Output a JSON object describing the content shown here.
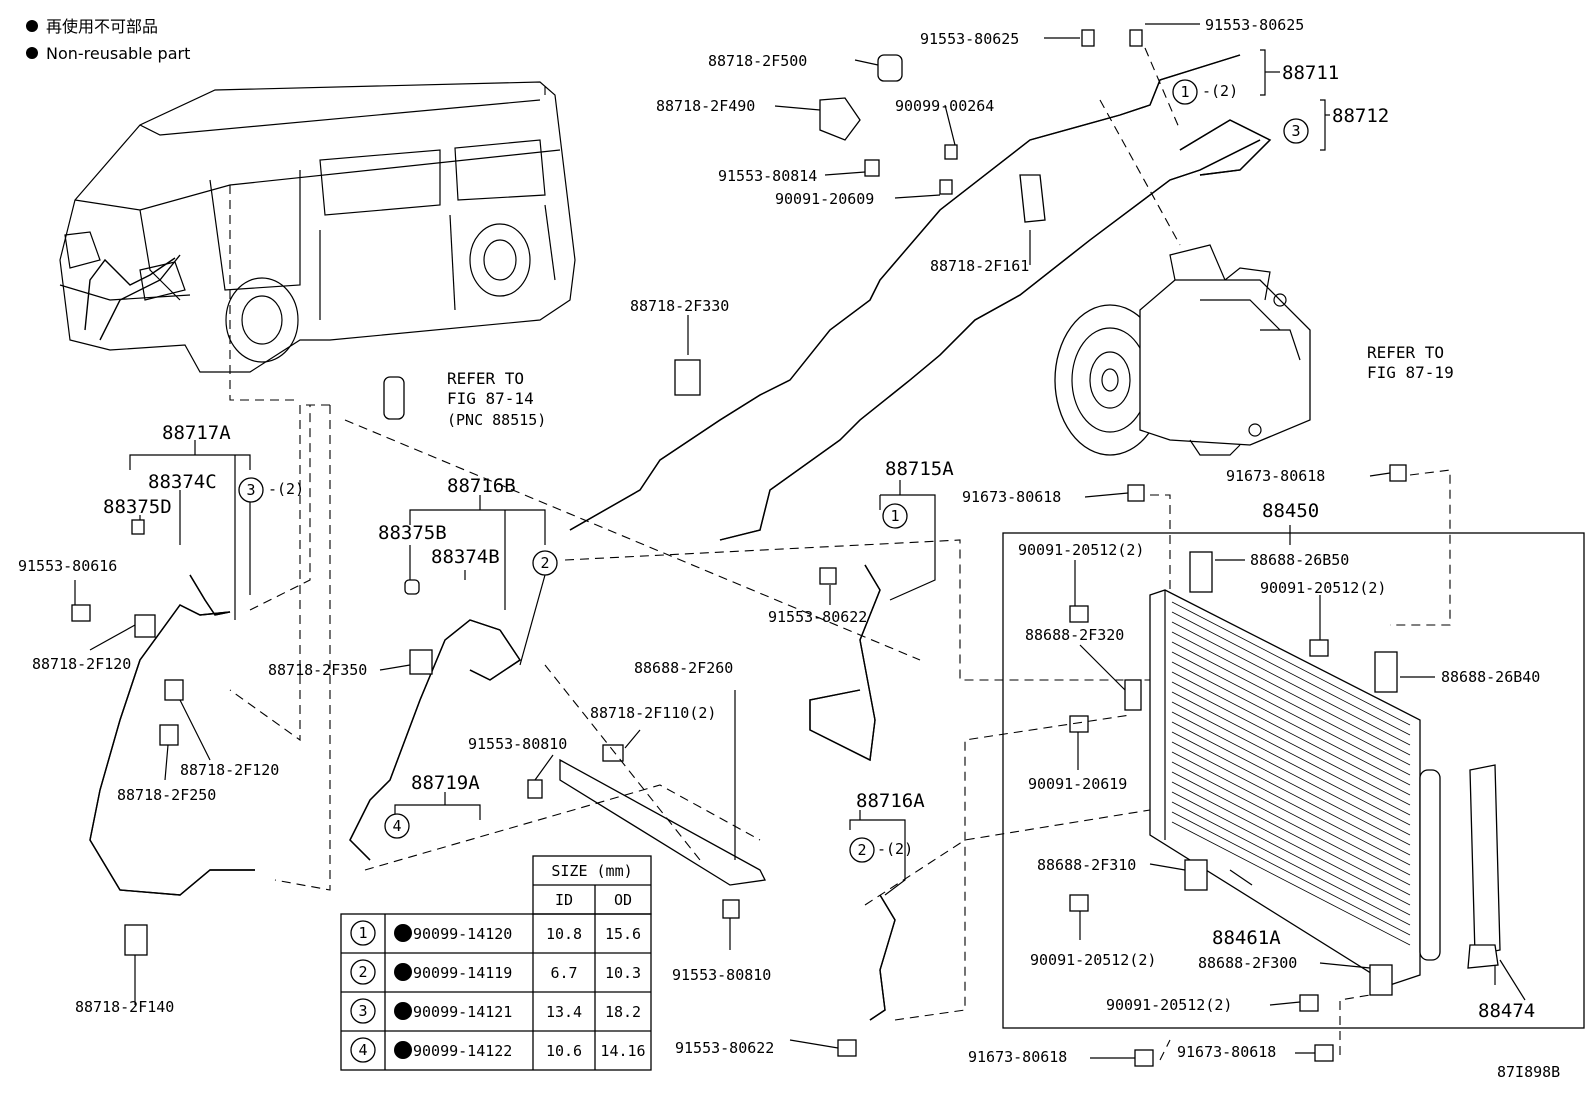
{
  "legend": {
    "line1": "再使用不可部品",
    "line2": "Non-reusable part"
  },
  "refs": {
    "fig_87_14_a": "REFER TO",
    "fig_87_14_b": "FIG 87-14",
    "fig_87_14_c": "(PNC 88515)",
    "fig_87_19_a": "REFER TO",
    "fig_87_19_b": "FIG 87-19"
  },
  "labels": {
    "p91553_80625_a": "91553-80625",
    "p91553_80625_b": "91553-80625",
    "p88718_2F500": "88718-2F500",
    "p88718_2F490": "88718-2F490",
    "p90099_00264": "90099-00264",
    "p91553_80814": "91553-80814",
    "p90091_20609": "90091-20609",
    "p88711": "88711",
    "p88711_note": "-(2)",
    "p88712": "88712",
    "p88718_2F161": "88718-2F161",
    "p88718_2F330": "88718-2F330",
    "p88717A": "88717A",
    "p88374C": "88374C",
    "p88375D": "88375D",
    "p3_note": "-(2)",
    "p91553_80616": "91553-80616",
    "p88718_2F120_a": "88718-2F120",
    "p88718_2F120_b": "88718-2F120",
    "p88718_2F250": "88718-2F250",
    "p88718_2F140": "88718-2F140",
    "p88716B": "88716B",
    "p88375B": "88375B",
    "p88374B": "88374B",
    "p88718_2F350": "88718-2F350",
    "p88719A": "88719A",
    "p88688_2F260": "88688-2F260",
    "p88718_2F110": "88718-2F110(2)",
    "p91553_80810_a": "91553-80810",
    "p91553_80810_b": "91553-80810",
    "p88715A": "88715A",
    "p91553_80622_a": "91553-80622",
    "p91553_80622_b": "91553-80622",
    "p88716A": "88716A",
    "p2_note": "-(2)",
    "p91673_80618_a": "91673-80618",
    "p91673_80618_b": "91673-80618",
    "p91673_80618_c": "91673-80618",
    "p91673_80618_d": "91673-80618",
    "p88450": "88450",
    "p90091_20512_a": "90091-20512(2)",
    "p90091_20512_b": "90091-20512(2)",
    "p90091_20512_c": "90091-20512(2)",
    "p90091_20512_d": "90091-20512(2)",
    "p88688_26B50": "88688-26B50",
    "p88688_2F320": "88688-2F320",
    "p88688_26B40": "88688-26B40",
    "p90091_20619": "90091-20619",
    "p88688_2F310": "88688-2F310",
    "p88461A": "88461A",
    "p88688_2F300": "88688-2F300",
    "p88474": "88474",
    "diagram_id": "87I898B"
  },
  "callouts": [
    "1",
    "2",
    "3",
    "4"
  ],
  "size_table": {
    "title": "SIZE (mm)",
    "col_id": "ID",
    "col_od": "OD",
    "rows": [
      {
        "n": "1",
        "part": "90099-14120",
        "id": "10.8",
        "od": "15.6"
      },
      {
        "n": "2",
        "part": "90099-14119",
        "id": "6.7",
        "od": "10.3"
      },
      {
        "n": "3",
        "part": "90099-14121",
        "id": "13.4",
        "od": "18.2"
      },
      {
        "n": "4",
        "part": "90099-14122",
        "id": "10.6",
        "od": "14.16"
      }
    ]
  }
}
